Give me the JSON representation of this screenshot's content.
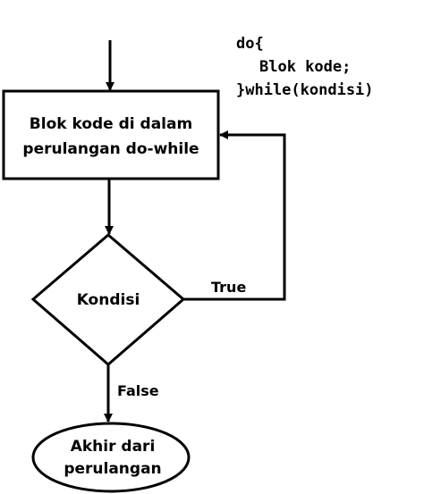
{
  "code": {
    "line1": "do{",
    "line2": "Blok kode;",
    "line3": "}while(kondisi)"
  },
  "process": {
    "line1": "Blok kode di dalam",
    "line2": "perulangan do-while"
  },
  "decision": {
    "label": "Kondisi"
  },
  "edges": {
    "true_label": "True",
    "false_label": "False"
  },
  "terminator": {
    "line1": "Akhir dari",
    "line2": "perulangan"
  }
}
